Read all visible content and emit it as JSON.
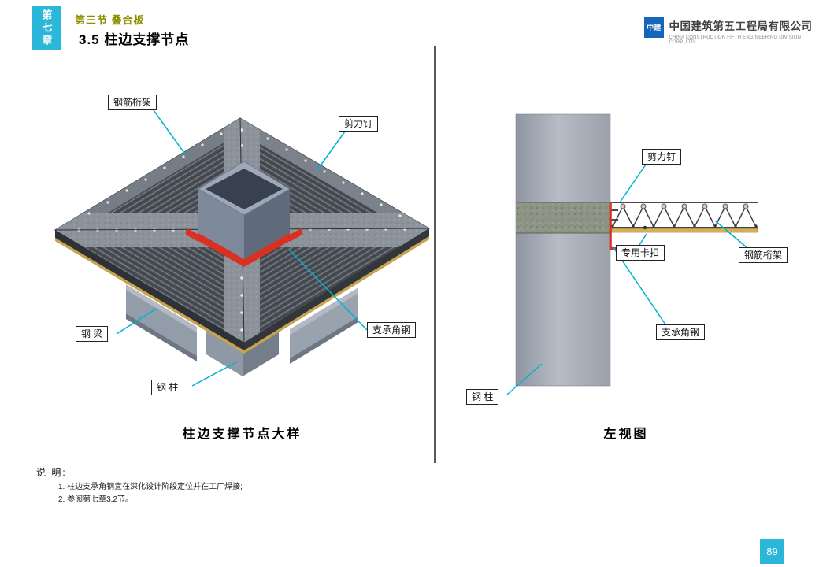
{
  "page": {
    "chapter_tab": "第七章",
    "section_label": "第三节 叠合板",
    "title": "3.5 柱边支撑节点",
    "page_number": "89"
  },
  "header": {
    "logo_text": "中建",
    "company_cn": "中国建筑第五工程局有限公司",
    "company_en": "CHINA CONSTRUCTION FIFTH ENGINEERING DIVISION CORP.,LTD"
  },
  "left_figure": {
    "caption": "柱边支撑节点大样",
    "labels": {
      "truss": "钢筋桁架",
      "shear_stud": "剪力钉",
      "steel_beam": "钢 梁",
      "support_angle": "支承角钢",
      "steel_column": "钢 柱"
    }
  },
  "right_figure": {
    "caption": "左视图",
    "labels": {
      "shear_stud": "剪力钉",
      "special_clip": "专用卡扣",
      "truss": "钢筋桁架",
      "support_angle": "支承角钢",
      "steel_column": "钢 柱"
    }
  },
  "notes": {
    "heading": "说 明:",
    "items": [
      "1. 柱边支承角钢宜在深化设计阶段定位并在工厂焊接;",
      "2. 参阅第七章3.2节。"
    ]
  },
  "colors": {
    "accent_cyan": "#2ab7d9",
    "leader_cyan": "#00b2d4",
    "section_olive": "#8e9000",
    "red_accent": "#d9301f"
  }
}
